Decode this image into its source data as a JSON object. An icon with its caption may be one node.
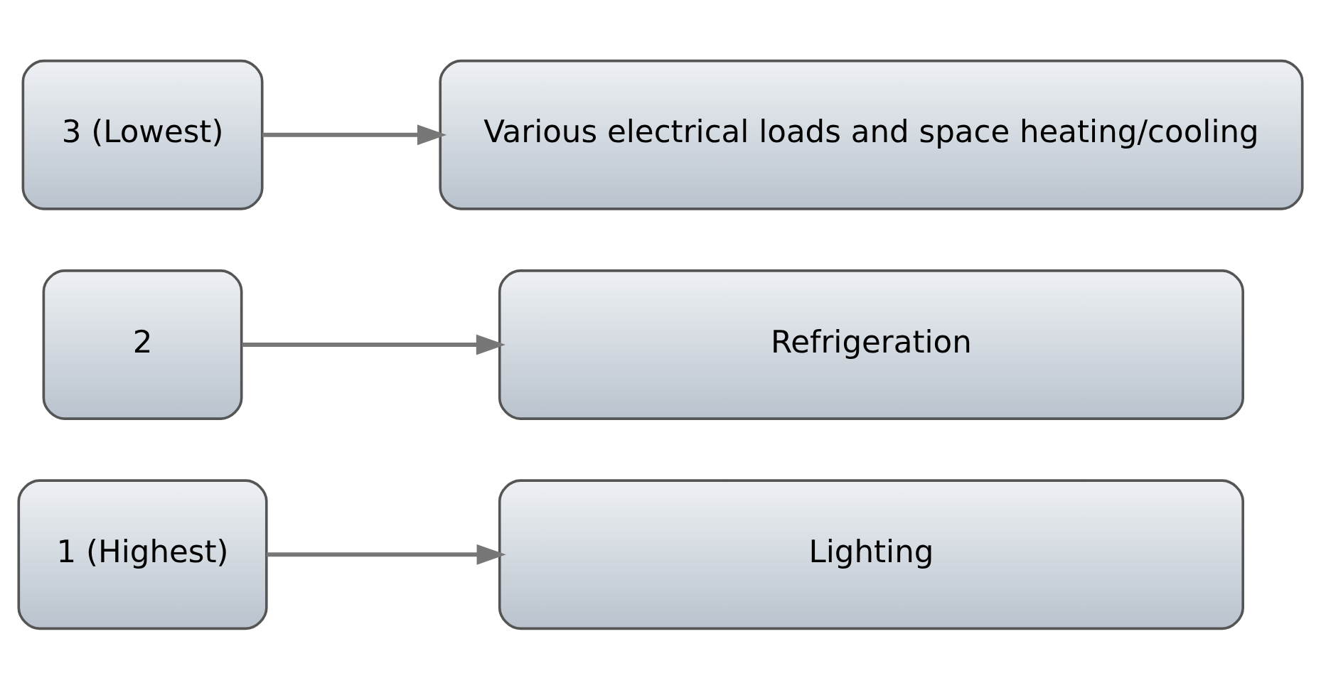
{
  "diagram": {
    "nodes": [
      {
        "text": [
          "1 (Highest)"
        ]
      },
      {
        "text": [
          "Lighting"
        ]
      },
      {
        "text": [
          "2"
        ]
      },
      {
        "text": [
          "Refrigeration"
        ]
      },
      {
        "text": [
          "3 (Lowest)"
        ]
      },
      {
        "text": [
          "Various electrical loads and space heating/cooling"
        ]
      }
    ],
    "edges": [
      {
        "from": 0,
        "to": 1,
        "arrow": "to"
      },
      {
        "from": 2,
        "to": 3,
        "arrow": "to"
      },
      {
        "from": 4,
        "to": 5,
        "arrow": "to"
      }
    ]
  }
}
